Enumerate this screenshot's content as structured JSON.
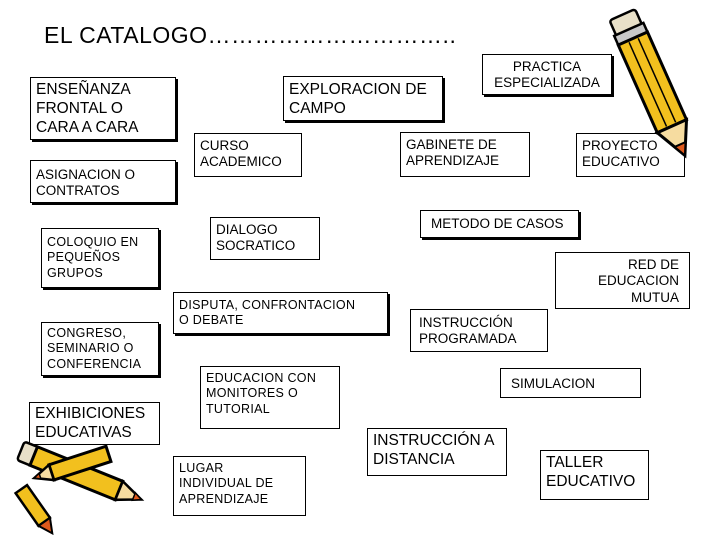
{
  "title": "EL CATALOGO…………………………..",
  "boxes": {
    "ensenanza_frontal": "ENSEÑANZA\nFRONTAL O\nCARA A CARA",
    "asignacion_contratos": "ASIGNACION O\nCONTRATOS",
    "coloquio": "COLOQUIO EN\nPEQUEÑOS\nGRUPOS",
    "congreso": "CONGRESO,\nSEMINARIO O\nCONFERENCIA",
    "exhibiciones": "EXHIBICIONES\nEDUCATIVAS",
    "exploracion_campo": "EXPLORACION DE\nCAMPO",
    "curso_academico": "CURSO\nACADEMICO",
    "dialogo_socratico": "DIALOGO\nSOCRATICO",
    "disputa": "DISPUTA, CONFRONTACION\nO DEBATE",
    "educacion_monitores": "EDUCACION CON\nMONITORES O\nTUTORIAL",
    "lugar_individual": "LUGAR\nINDIVIDUAL DE\nAPRENDIZAJE",
    "practica_especializada": "PRACTICA\nESPECIALIZADA",
    "gabinete": "GABINETE DE\nAPRENDIZAJE",
    "proyecto_educativo": "PROYECTO\nEDUCATIVO",
    "metodo_casos": "METODO DE CASOS",
    "red_educacion": "RED DE\nEDUCACION\nMUTUA",
    "instruccion_programada": "INSTRUCCIÓN\nPROGRAMADA",
    "simulacion": "SIMULACION",
    "instruccion_distancia": "INSTRUCCIÓN A\nDISTANCIA",
    "taller_educativo": "TALLER\nEDUCATIVO"
  },
  "decorations": [
    "pencil-icon",
    "pencils-icon"
  ],
  "colors": {
    "pencil_body": "#f2c01e",
    "pencil_tip": "#e05a1c",
    "pencil_outline": "#000000",
    "eraser": "#e8e0c8"
  }
}
